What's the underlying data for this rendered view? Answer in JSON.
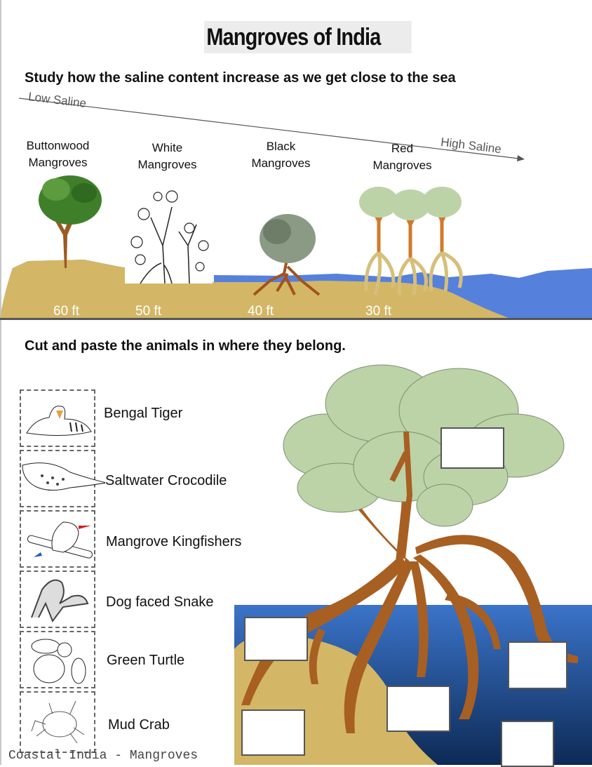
{
  "title": "Mangroves of India",
  "section1": {
    "heading": "Study how the saline content increase as we get close to the sea",
    "low_label": "Low Saline",
    "high_label": "High Saline",
    "trees": [
      {
        "line1": "Buttonwood",
        "line2": "Mangroves",
        "height": "60 ft"
      },
      {
        "line1": "White",
        "line2": "Mangroves",
        "height": "50 ft"
      },
      {
        "line1": "Black",
        "line2": "Mangroves",
        "height": "40 ft"
      },
      {
        "line1": "Red",
        "line2": "Mangroves",
        "height": "30 ft"
      }
    ]
  },
  "section2": {
    "heading": "Cut and paste the animals in where they belong.",
    "animals": [
      {
        "label": "Bengal Tiger",
        "icon": "tiger-icon"
      },
      {
        "label": "Saltwater Crocodile",
        "icon": "crocodile-icon"
      },
      {
        "label": "Mangrove Kingfishers",
        "icon": "kingfisher-icon"
      },
      {
        "label": "Dog faced Snake",
        "icon": "snake-icon"
      },
      {
        "label": "Green Turtle",
        "icon": "turtle-icon"
      },
      {
        "label": "Mud Crab",
        "icon": "crab-icon"
      }
    ]
  },
  "footer": "Coastal India - Mangroves",
  "colors": {
    "sand": "#d3b766",
    "water": "#5580dc",
    "bark": "#a85f22",
    "leaf": "#bcd3a8"
  }
}
